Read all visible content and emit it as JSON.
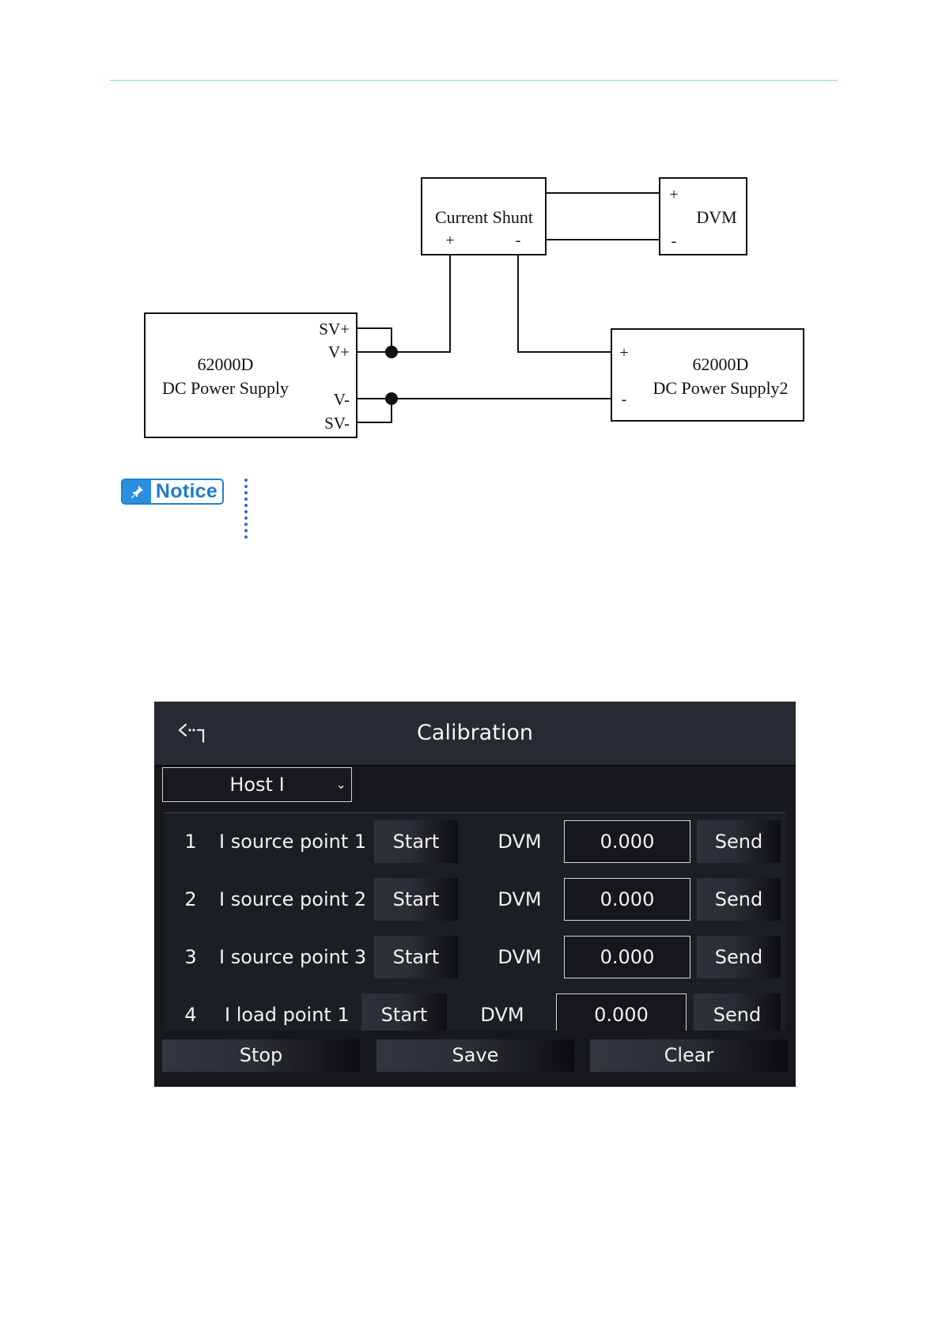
{
  "diagram": {
    "shunt": {
      "label": "Current Shunt",
      "plus": "+",
      "minus": "-"
    },
    "dvm": {
      "label": "DVM",
      "plus": "+",
      "minus": "-"
    },
    "supply1": {
      "line1": "62000D",
      "line2": "DC Power Supply",
      "pins": [
        "SV+",
        "V+",
        "V-",
        "SV-"
      ]
    },
    "supply2": {
      "line1": "62000D",
      "line2": "DC Power Supply2",
      "plus": "+",
      "minus": "-"
    }
  },
  "notice": {
    "label": "Notice"
  },
  "calibration": {
    "back_icon": "back-arrow-icon",
    "title": "Calibration",
    "mode_select": {
      "value": "Host I",
      "caret": "⌄"
    },
    "rows": [
      {
        "index": "1",
        "name": "I source point 1",
        "start": "Start",
        "meter": "DVM",
        "value": "0.000",
        "send": "Send"
      },
      {
        "index": "2",
        "name": "I source point 2",
        "start": "Start",
        "meter": "DVM",
        "value": "0.000",
        "send": "Send"
      },
      {
        "index": "3",
        "name": "I source point 3",
        "start": "Start",
        "meter": "DVM",
        "value": "0.000",
        "send": "Send"
      },
      {
        "index": "4",
        "name": "I load point 1",
        "start": "Start",
        "meter": "DVM",
        "value": "0.000",
        "send": "Send"
      }
    ],
    "buttons": {
      "stop": "Stop",
      "save": "Save",
      "clear": "Clear"
    }
  },
  "colors": {
    "panel_bg": "#16181d",
    "header_bg": "#262a31",
    "notice_blue": "#1f83d3",
    "rule_cyan": "#7fd6e6"
  }
}
